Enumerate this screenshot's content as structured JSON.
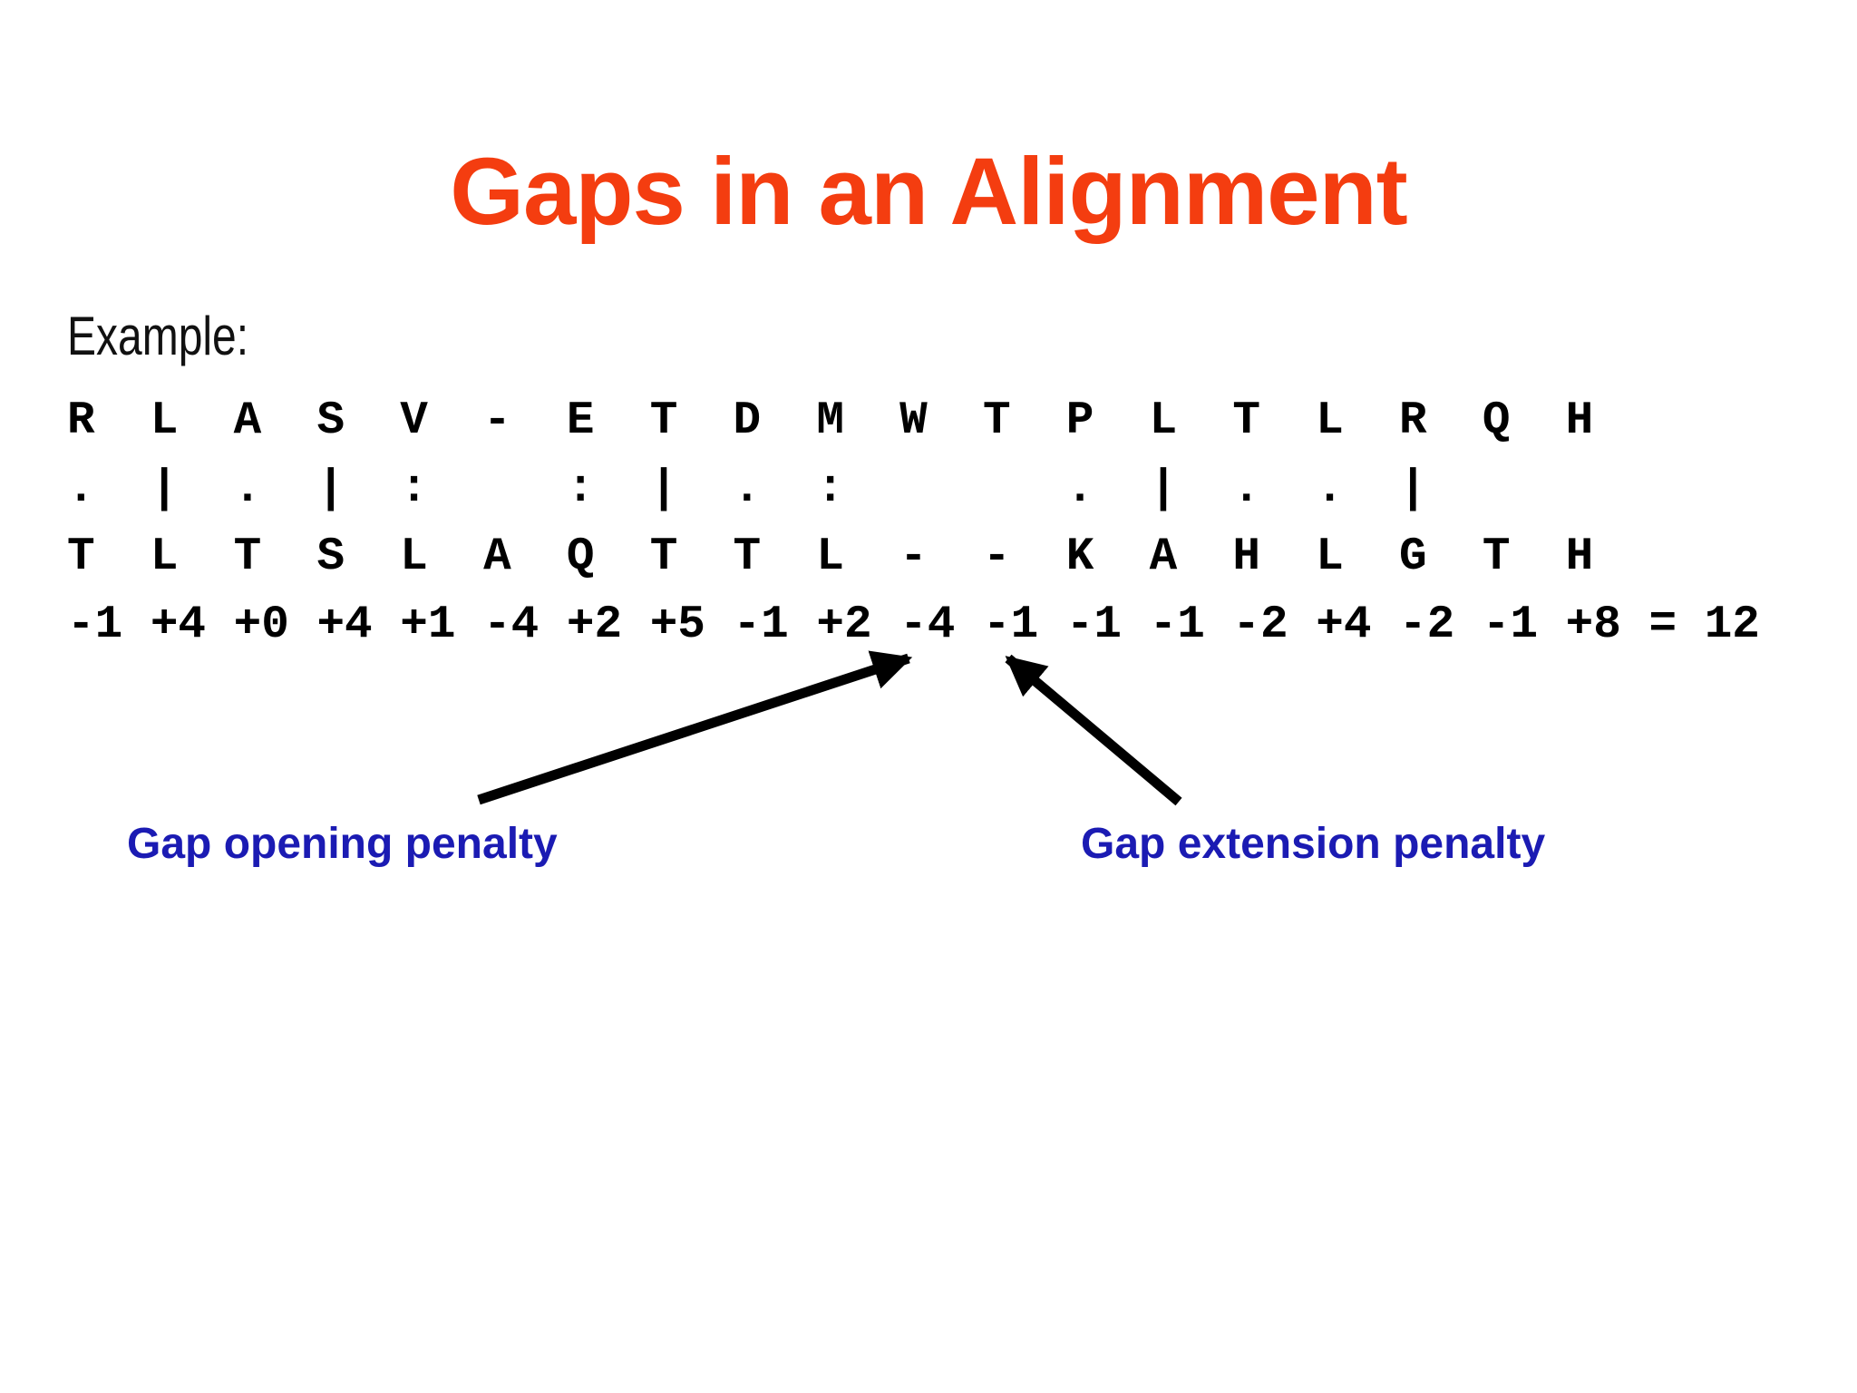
{
  "title": "Gaps in an Alignment",
  "example_label": "Example:",
  "alignment": {
    "seq1": [
      "R",
      "L",
      "A",
      "S",
      "V",
      "-",
      "E",
      "T",
      "D",
      "M",
      "W",
      "T",
      "P",
      "L",
      "T",
      "L",
      "R",
      "Q",
      "H"
    ],
    "match": [
      ".",
      "|",
      ".",
      "|",
      ":",
      " ",
      ":",
      "|",
      ".",
      ":",
      " ",
      " ",
      ".",
      "|",
      ".",
      ".",
      "|",
      " ",
      " "
    ],
    "seq2": [
      "T",
      "L",
      "T",
      "S",
      "L",
      "A",
      "Q",
      "T",
      "T",
      "L",
      "-",
      "-",
      "K",
      "A",
      "H",
      "L",
      "G",
      "T",
      "H"
    ],
    "scores": [
      "-1",
      "+4",
      "+0",
      "+4",
      "+1",
      "-4",
      "+2",
      "+5",
      "-1",
      "+2",
      "-4",
      "-1",
      "-1",
      "-1",
      "-2",
      "+4",
      "-2",
      "-1",
      "+8"
    ],
    "equals_sign": "=",
    "total": "12"
  },
  "annotations": {
    "gap_opening": {
      "label": "Gap opening penalty",
      "points_to_score": "-4"
    },
    "gap_extension": {
      "label": "Gap extension penalty",
      "points_to_score": "-1"
    }
  },
  "colors": {
    "title": "#f43d10",
    "annotation_label": "#1b1bb3",
    "sequence_text": "#000000",
    "arrow": "#000000",
    "background": "#ffffff"
  }
}
